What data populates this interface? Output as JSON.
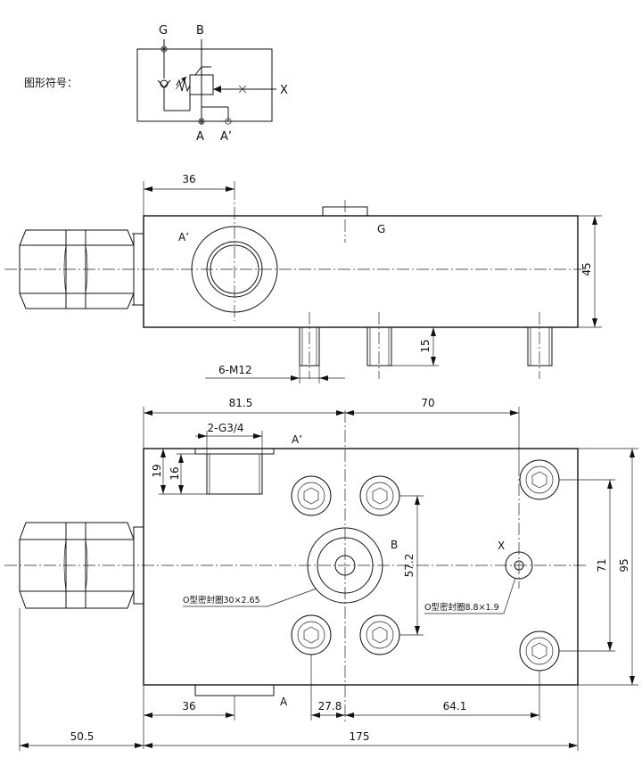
{
  "symbol": {
    "caption": "图形符号：",
    "port_g": "G",
    "port_b": "B",
    "port_a": "A",
    "port_a2": "A’",
    "port_x": "X"
  },
  "side_view": {
    "dim_36": "36",
    "label_a2": "A’",
    "label_g": "G",
    "dim_45": "45",
    "dim_15": "15",
    "thread": "6-M12"
  },
  "plan_view": {
    "dim_81_5": "81.5",
    "dim_70": "70",
    "ports_g34": "2-G3/4",
    "label_a2": "A’",
    "dim_19": "19",
    "dim_16": "16",
    "label_b": "B",
    "label_x": "X",
    "dim_57_2": "57.2",
    "dim_71": "71",
    "dim_95": "95",
    "seal_large": "O型密封圈30×2.65",
    "seal_small": "O型密封圈8.8×1.9",
    "label_a": "A",
    "dim_36": "36",
    "dim_27_8": "27.8",
    "dim_64_1": "64.1",
    "dim_50_5": "50.5",
    "dim_175": "175"
  }
}
